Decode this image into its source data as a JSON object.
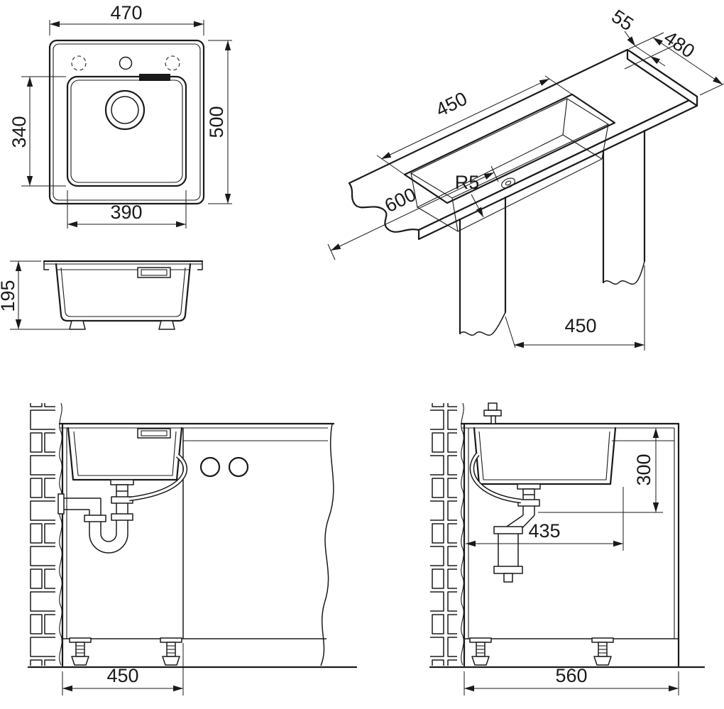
{
  "style": {
    "ink": "#1a1a1a",
    "background": "#ffffff"
  },
  "dimensions": {
    "top_view": {
      "width": "470",
      "depth": "500",
      "bowl_depth": "340",
      "bowl_width": "390"
    },
    "section_view": {
      "height": "195"
    },
    "isometric_view": {
      "rear_edge_offset": "55",
      "worktop_depth": "480",
      "bowl_width": "450",
      "corner_radius": "R5",
      "cabinet_width": "600",
      "cabinet_depth": "450"
    },
    "installation_front_view": {
      "cabinet_width": "450"
    },
    "installation_side_view": {
      "bowl_depth_below_top": "300",
      "trap_clearance": "435",
      "cabinet_width": "560"
    }
  }
}
